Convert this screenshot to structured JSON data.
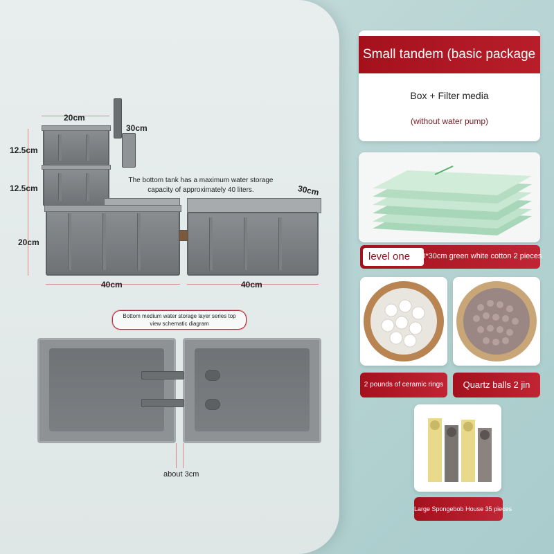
{
  "diagram": {
    "dims": {
      "top_width": "20cm",
      "pipe_height": "30cm",
      "tier1": "12.5cm",
      "tier2": "12.5cm",
      "bottom_height": "20cm",
      "left_width": "40cm",
      "right_width": "40cm",
      "right_depth": "30cm"
    },
    "capacity_note": "The bottom tank has a maximum water storage capacity of approximately 40 liters.",
    "schematic_label": "Bottom medium water storage layer series top view schematic diagram",
    "gap_label": "about 3cm"
  },
  "package": {
    "title": "Small tandem (basic package",
    "subtitle": "Box + Filter media",
    "note": "(without water pump)"
  },
  "items": {
    "level": "level one",
    "cotton": "120*30cm green white cotton 2 pieces",
    "ceramic": "2 pounds of ceramic rings",
    "quartz": "Quartz balls 2 jin",
    "spongebob": "Large Spongebob House 35 pieces"
  },
  "colors": {
    "accent_red": "#a4111d",
    "tank_gray": "#7a7e81",
    "bg_teal": "#b7d3d3"
  }
}
